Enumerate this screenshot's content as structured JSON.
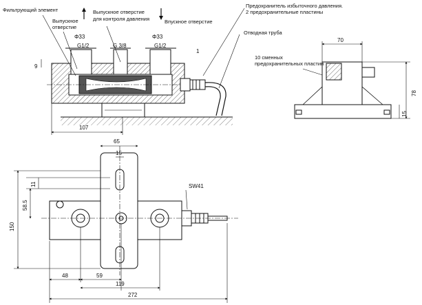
{
  "labels": {
    "filter_element": "Фильтрующий элемент",
    "outlet_port_l1": "Выпускное",
    "outlet_port_l2": "отверстие",
    "pressure_port_l1": "Выпускное отверстие",
    "pressure_port_l2": "для контроля давления",
    "inlet_port": "Впускное отверстие",
    "relief_l1": "Предохранитель избыточного давления.",
    "relief_l2": "2 предохранительные пластины",
    "drain_pipe": "Отводная труба",
    "spare_l1": "10 сменных",
    "spare_l2": "предохранительных пластин",
    "wrench": "SW41"
  },
  "dimensions": {
    "d33_left": "Φ33",
    "d33_right": "Φ33",
    "g12_left": "G1/2",
    "g38": "G 3/8",
    "g12_right": "G1/2",
    "nine": "9",
    "one": "1",
    "side_width": "70",
    "side_height": "78",
    "side_foot": "15",
    "base_offset": "107",
    "top_65": "65",
    "top_15": "15",
    "top_11": "11",
    "top_585": "58.5",
    "top_150": "150",
    "top_48": "48",
    "top_59": "59",
    "top_119": "119",
    "top_272": "272"
  }
}
